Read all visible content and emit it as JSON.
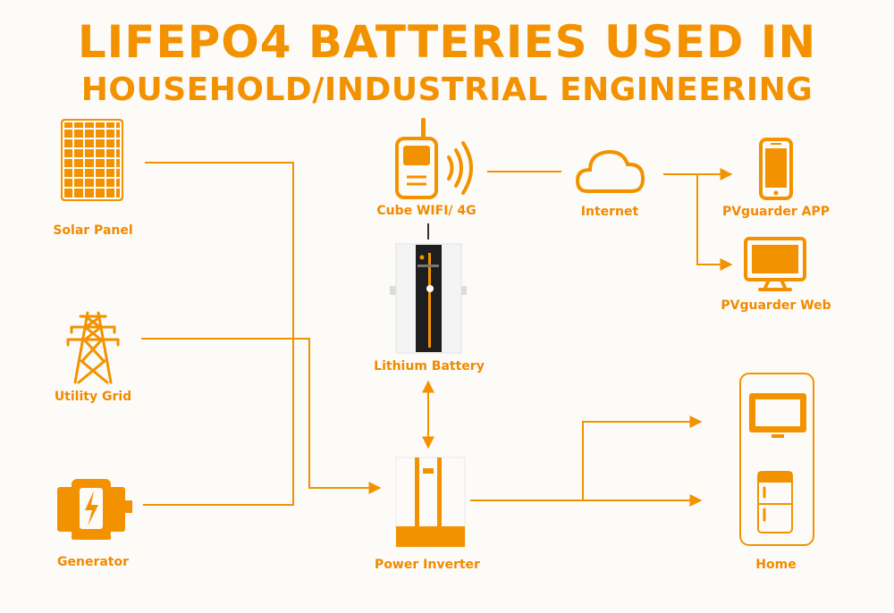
{
  "title": {
    "line1": "LIFEPO4 BATTERIES USED IN",
    "line2": "HOUSEHOLD/INDUSTRIAL ENGINEERING"
  },
  "labels": {
    "solar_panel": "Solar Panel",
    "utility_grid": "Utility Grid",
    "generator": "Generator",
    "cube_wifi": "Cube WIFI/   4G",
    "internet": "Internet",
    "pvguarder_app": "PVguarder  APP",
    "pvguarder_web": "PVguarder  Web",
    "lithium_battery": "Lithium Battery",
    "power_inverter": "Power Inverter",
    "home": "Home"
  },
  "colors": {
    "accent": "#f39200",
    "background": "#fdfbf8",
    "battery_body": "#f4f4f4",
    "battery_panel": "#1e1e1e"
  }
}
